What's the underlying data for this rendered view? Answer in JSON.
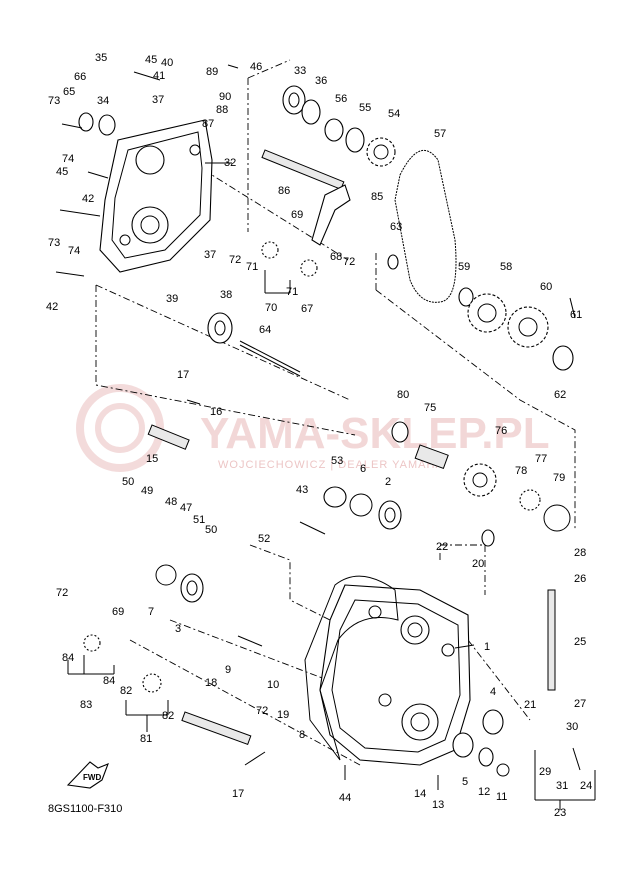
{
  "watermark": {
    "brand": "YAMA-SKLEP.PL",
    "subtitle": "WOJCIECHOWICZ | DEALER YAMAHA"
  },
  "diagram_code": "8GS1100-F310",
  "fwd_label": "FWD",
  "callouts": [
    "1",
    "2",
    "3",
    "4",
    "5",
    "6",
    "7",
    "8",
    "9",
    "10",
    "11",
    "12",
    "13",
    "14",
    "15",
    "16",
    "17",
    "17",
    "17",
    "18",
    "19",
    "20",
    "21",
    "22",
    "23",
    "24",
    "25",
    "26",
    "27",
    "28",
    "29",
    "30",
    "31",
    "32",
    "33",
    "34",
    "35",
    "36",
    "37",
    "37",
    "38",
    "39",
    "40",
    "41",
    "42",
    "42",
    "43",
    "44",
    "45",
    "45",
    "46",
    "47",
    "48",
    "49",
    "50",
    "50",
    "51",
    "52",
    "53",
    "54",
    "55",
    "56",
    "57",
    "58",
    "59",
    "60",
    "61",
    "62",
    "63",
    "64",
    "65",
    "66",
    "67",
    "68",
    "69",
    "69",
    "70",
    "71",
    "71",
    "72",
    "72",
    "72",
    "72",
    "73",
    "73",
    "74",
    "74",
    "75",
    "76",
    "77",
    "78",
    "79",
    "80",
    "81",
    "82",
    "82",
    "83",
    "84",
    "84",
    "85",
    "86",
    "87",
    "88",
    "89",
    "90"
  ]
}
